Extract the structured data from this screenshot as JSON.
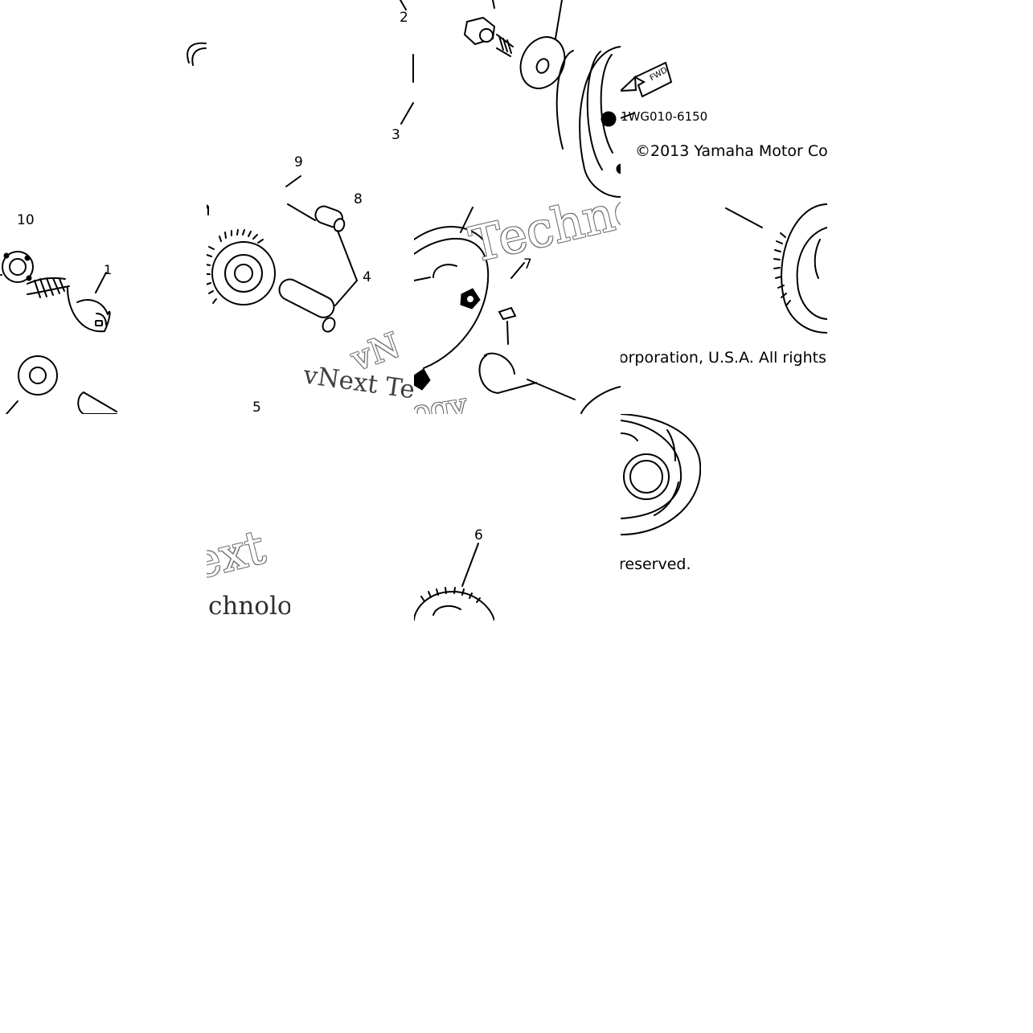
{
  "labels": {
    "l1": "1",
    "l2": "2",
    "l3": "3",
    "l4": "4",
    "l5": "5",
    "l6": "6",
    "l7": "7",
    "l8": "8",
    "l9": "9",
    "l10": "10"
  },
  "code": "1WG010-6150",
  "copyright_1": "©2013 Yamaha Motor Co",
  "copyright_2": "orporation, U.S.A. All rights r",
  "copyright_3": "reserved.",
  "fwd": "FWD",
  "watermarks": {
    "w1": "Techno",
    "w2": "vNext Te",
    "w3": "ext",
    "w4": "chnolo",
    "w5": "logy",
    "w6": "vN"
  }
}
